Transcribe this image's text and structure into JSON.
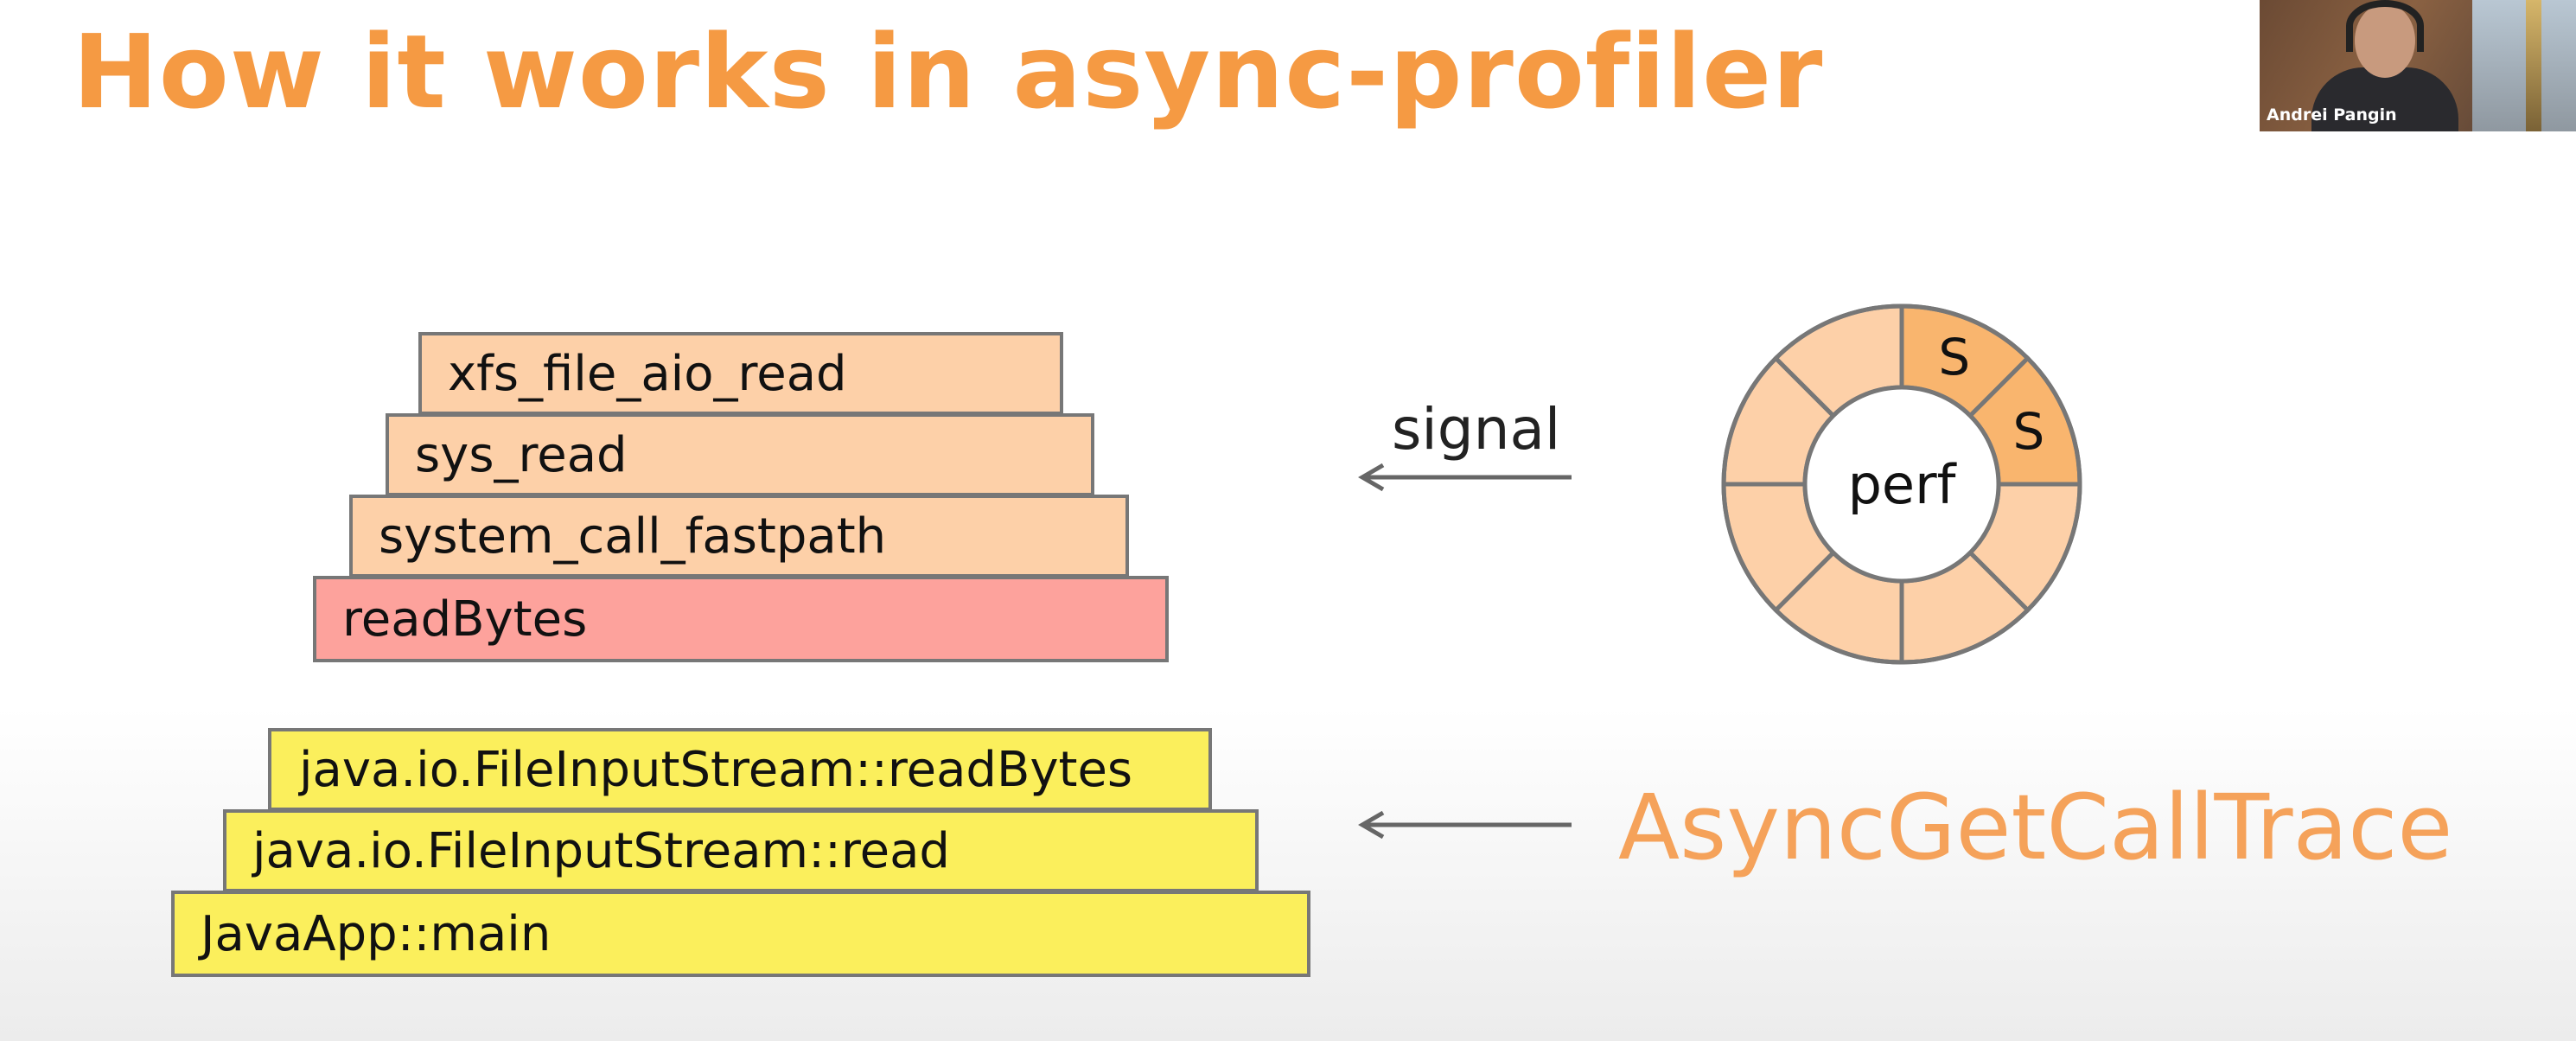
{
  "slide": {
    "title": "How it works in async-profiler",
    "native_stack": [
      {
        "label": "xfs_file_aio_read",
        "kind": "native"
      },
      {
        "label": "sys_read",
        "kind": "native"
      },
      {
        "label": "system_call_fastpath",
        "kind": "native"
      },
      {
        "label": "readBytes",
        "kind": "native-hot"
      }
    ],
    "java_stack": [
      {
        "label": "java.io.FileInputStream::readBytes"
      },
      {
        "label": "java.io.FileInputStream::read"
      },
      {
        "label": "JavaApp::main"
      }
    ],
    "signal_label": "signal",
    "agct_label": "AsyncGetCallTrace",
    "ring_buffer": {
      "center_label": "perf",
      "segment_count": 8,
      "filled_segments": [
        {
          "label": "S"
        },
        {
          "label": "S"
        }
      ]
    },
    "colors": {
      "title": "#f59a43",
      "native": "#fdd0a8",
      "native_hot": "#fda29c",
      "java": "#fbef5c",
      "agct": "#f5a25a",
      "ring_empty": "#fdd0a8",
      "ring_filled": "#f9b56e"
    }
  },
  "webcam": {
    "participant_name": "Andrei Pangin"
  }
}
